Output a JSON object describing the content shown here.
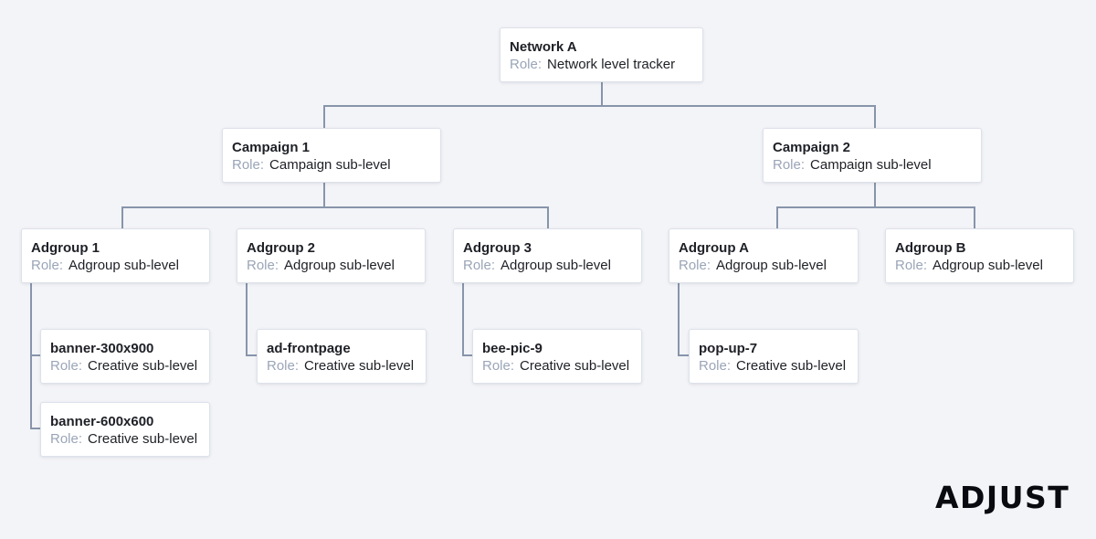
{
  "colors": {
    "background": "#f3f4f8",
    "connector": "#8795aa",
    "node_background": "#ffffff",
    "role_label": "#9aa5b8",
    "text": "#1e2026"
  },
  "role_label": "Role:",
  "nodes": {
    "network_a": {
      "title": "Network A",
      "role": "Network level tracker"
    },
    "campaign_1": {
      "title": "Campaign 1",
      "role": "Campaign sub-level"
    },
    "campaign_2": {
      "title": "Campaign 2",
      "role": "Campaign sub-level"
    },
    "adgroup_1": {
      "title": "Adgroup 1",
      "role": "Adgroup sub-level"
    },
    "adgroup_2": {
      "title": "Adgroup 2",
      "role": "Adgroup sub-level"
    },
    "adgroup_3": {
      "title": "Adgroup 3",
      "role": "Adgroup sub-level"
    },
    "adgroup_a": {
      "title": "Adgroup A",
      "role": "Adgroup sub-level"
    },
    "adgroup_b": {
      "title": "Adgroup B",
      "role": "Adgroup sub-level"
    },
    "banner_300x900": {
      "title": "banner-300x900",
      "role": "Creative sub-level"
    },
    "banner_600x600": {
      "title": "banner-600x600",
      "role": "Creative sub-level"
    },
    "ad_frontpage": {
      "title": "ad-frontpage",
      "role": "Creative sub-level"
    },
    "bee_pic_9": {
      "title": "bee-pic-9",
      "role": "Creative sub-level"
    },
    "pop_up_7": {
      "title": "pop-up-7",
      "role": "Creative sub-level"
    }
  },
  "logo": {
    "text": "ADJUST"
  }
}
